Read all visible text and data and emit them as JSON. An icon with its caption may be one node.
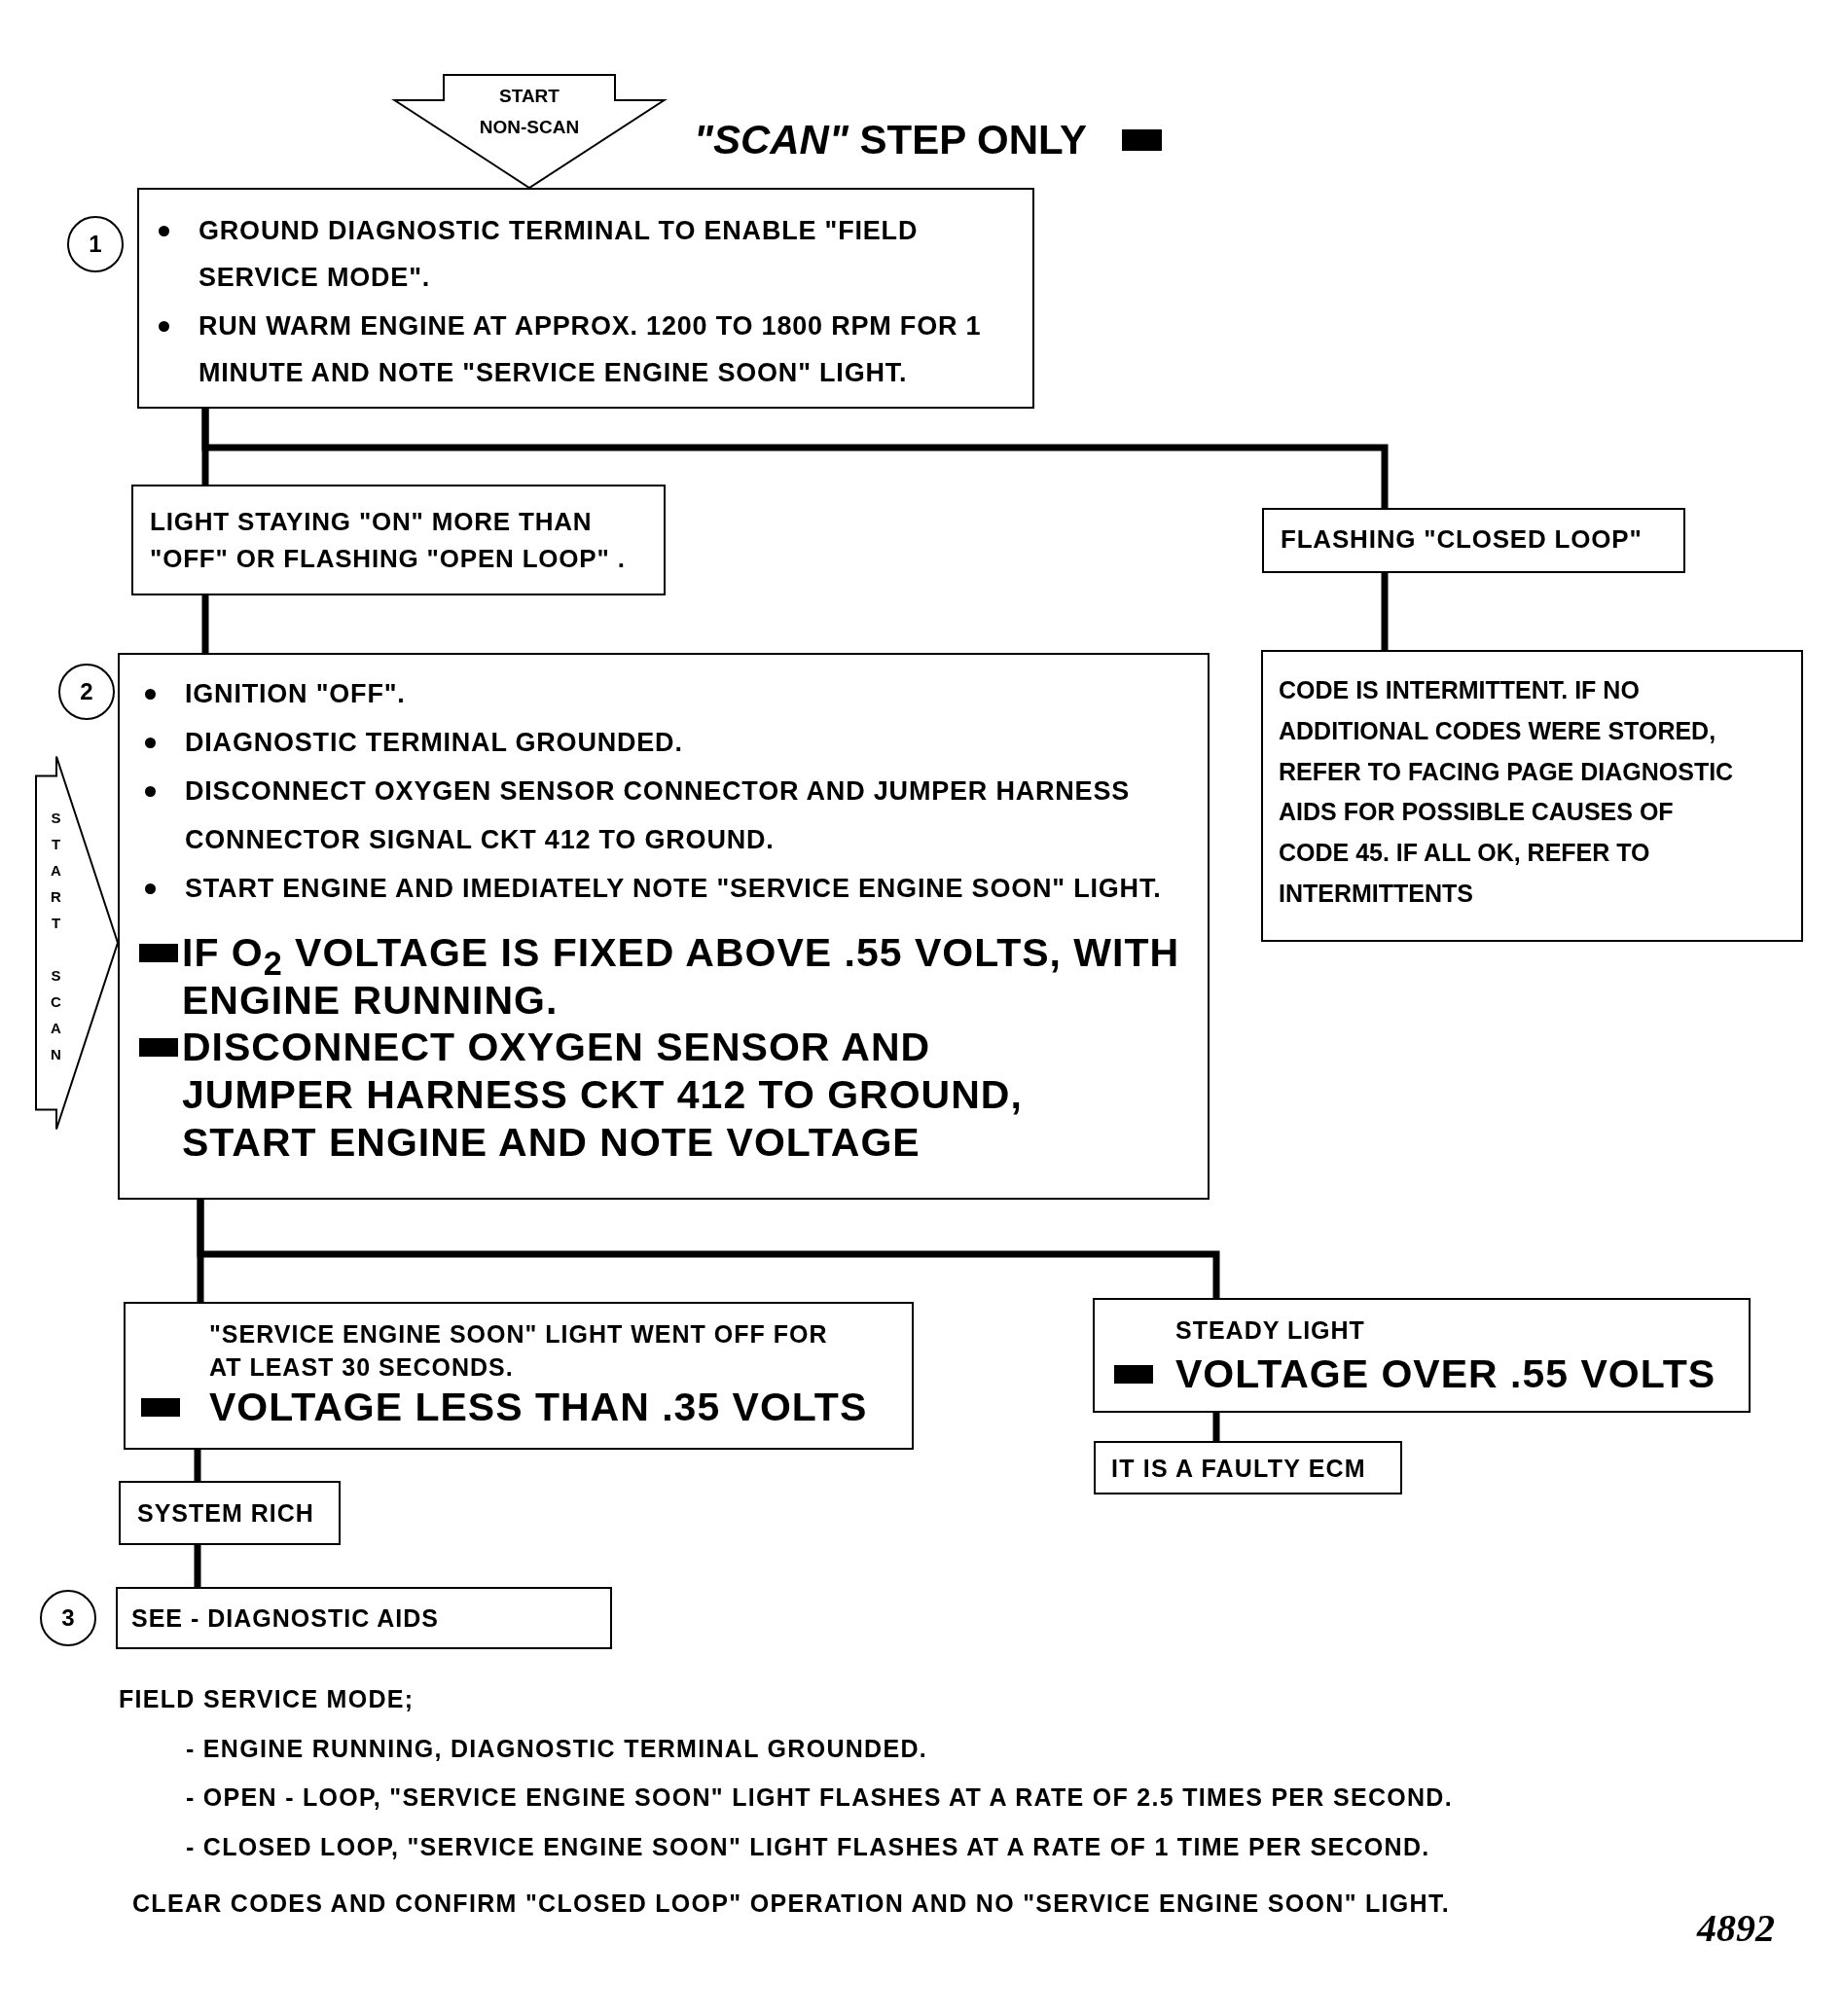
{
  "diagram": {
    "nodes": [
      {
        "text": [
          "1"
        ]
      },
      {
        "text": [
          "GROUND DIAGNOSTIC TERMINAL TO ENABLE \"FIELD SERVICE MODE\".",
          "RUN WARM ENGINE AT APPROX. 1200 TO 1800 RPM FOR 1 MINUTE AND NOTE \"SERVICE ENGINE SOON\" LIGHT."
        ]
      },
      {
        "text": [
          "LIGHT STAYING \"ON\" MORE THAN \"OFF\" OR FLASHING \"OPEN LOOP\" ."
        ]
      },
      {
        "text": [
          "FLASHING \"CLOSED LOOP\""
        ]
      },
      {
        "text": [
          "2"
        ]
      },
      {
        "text": [
          "IGNITION \"OFF\".",
          "DIAGNOSTIC TERMINAL GROUNDED.",
          "DISCONNECT OXYGEN SENSOR CONNECTOR AND JUMPER HARNESS CONNECTOR SIGNAL CKT 412 TO GROUND.",
          "START ENGINE AND IMEDIATELY NOTE \"SERVICE ENGINE SOON\" LIGHT.",
          "IF O$_{2}$ VOLTAGE IS FIXED ABOVE .55 VOLTS, WITH ENGINE RUNNING.",
          "DISCONNECT OXYGEN SENSOR AND JUMPER HARNESS CKT 412 TO GROUND, START ENGINE AND NOTE VOLTAGE"
        ]
      },
      {
        "text": [
          "CODE IS INTERMITTENT. IF NO ADDITIONAL CODES WERE STORED, REFER TO FACING PAGE DIAGNOSTIC AIDS FOR POSSIBLE CAUSES OF CODE 45. IF ALL OK, REFER TO INTERMITTENTS"
        ]
      },
      {
        "text": [
          "\"SERVICE ENGINE SOON\" LIGHT WENT OFF FOR AT LEAST 30 SECONDS.",
          "VOLTAGE LESS THAN .35 VOLTS"
        ]
      },
      {
        "text": [
          "STEADY LIGHT",
          "VOLTAGE OVER .55 VOLTS"
        ]
      },
      {
        "text": [
          "IT IS A FAULTY ECM"
        ]
      },
      {
        "text": [
          "SYSTEM RICH"
        ]
      },
      {
        "text": [
          "3"
        ]
      },
      {
        "text": [
          "SEE - DIAGNOSTIC AIDS"
        ]
      }
    ],
    "edges": [
      {
        "from": null,
        "to": 1,
        "arrow": "to",
        "label": "START NON-SCAN"
      },
      {
        "from": 1,
        "to": 2,
        "arrow": "none"
      },
      {
        "from": 1,
        "to": 3,
        "arrow": "none"
      },
      {
        "from": 2,
        "to": 5,
        "arrow": "none"
      },
      {
        "from": 3,
        "to": 6,
        "arrow": "none"
      },
      {
        "from": null,
        "to": 5,
        "arrow": "to",
        "label": "START SCAN"
      },
      {
        "from": 5,
        "to": 7,
        "arrow": "none"
      },
      {
        "from": 5,
        "to": 8,
        "arrow": "none"
      },
      {
        "from": 8,
        "to": 9,
        "arrow": "none"
      },
      {
        "from": 7,
        "to": 10,
        "arrow": "none"
      },
      {
        "from": 10,
        "to": 12,
        "arrow": "none"
      }
    ],
    "labels": [
      "FIELD SERVICE MODE;",
      "- ENGINE RUNNING, DIAGNOSTIC TERMINAL GROUNDED.",
      "- OPEN - LOOP, \"SERVICE ENGINE SOON\" LIGHT FLASHES AT A RATE OF 2.5 TIMES PER SECOND.",
      "- CLOSED LOOP, \"SERVICE ENGINE SOON\" LIGHT FLASHES AT A RATE OF 1 TIME PER SECOND.",
      "CLEAR CODES AND CONFIRM \"CLOSED LOOP\" OPERATION AND NO \"SERVICE ENGINE SOON\" LIGHT.",
      "4892"
    ],
    "legend": [
      {
        "text": "*\"SCAN\"* STEP ONLY",
        "color": "#000000"
      }
    ]
  }
}
